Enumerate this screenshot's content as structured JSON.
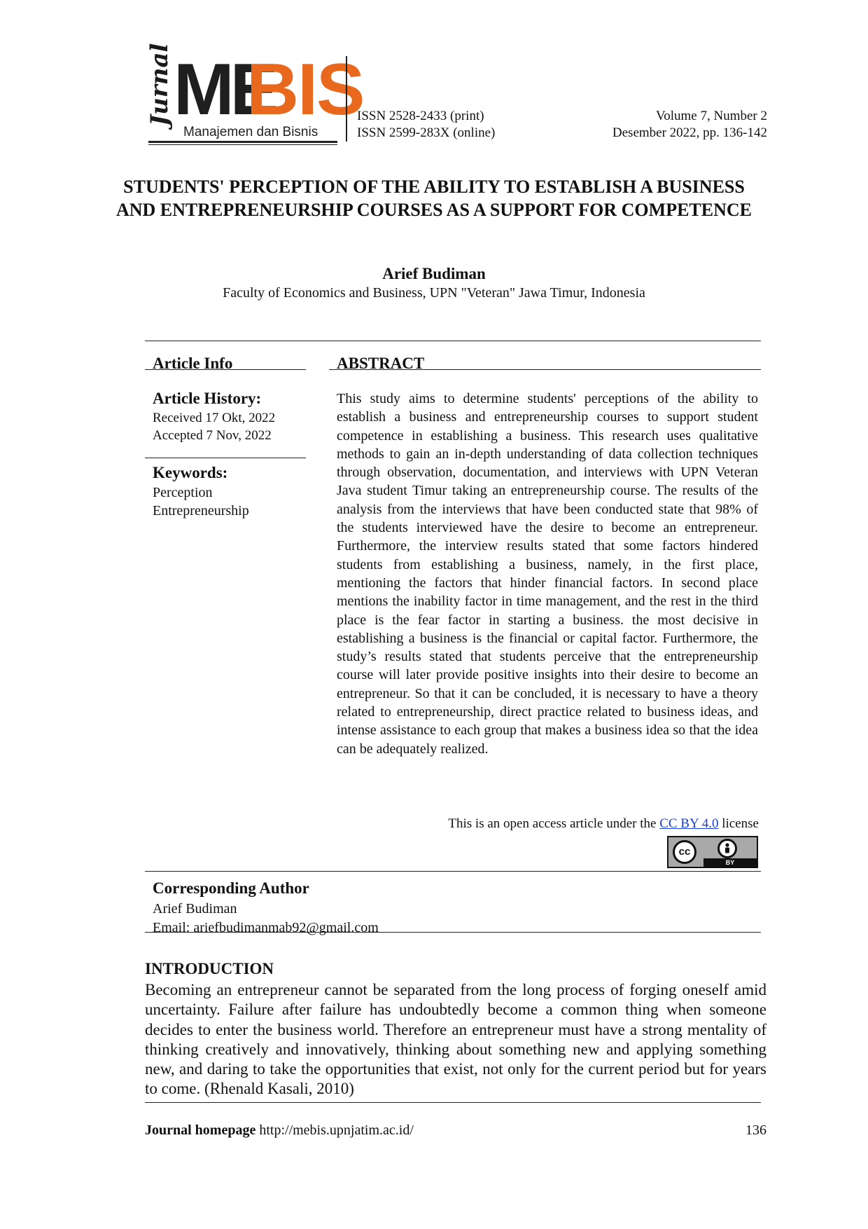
{
  "journal": {
    "logo_script": "Jurnal",
    "logo_me": "ME",
    "logo_bis": "BIS",
    "logo_subtitle": "Manajemen dan Bisnis",
    "issn_print": "ISSN 2528-2433 (print)",
    "issn_online": "ISSN 2599-283X (online)",
    "volume": "Volume 7, Number 2",
    "issue_date": "Desember 2022, pp. 136-142",
    "brand_color": "#e8681e"
  },
  "article": {
    "title": "STUDENTS' PERCEPTION OF THE ABILITY TO ESTABLISH A BUSINESS AND ENTREPRENEURSHIP COURSES AS A SUPPORT FOR COMPETENCE",
    "author": "Arief Budiman",
    "affiliation": "Faculty of Economics and Business, UPN \"Veteran\" Jawa Timur, Indonesia"
  },
  "info": {
    "heading": "Article Info",
    "history_heading": "Article History:",
    "received": "Received 17 Okt, 2022",
    "accepted": "Accepted 7 Nov, 2022",
    "keywords_heading": "Keywords:",
    "keywords": [
      "Perception",
      "Entrepreneurship"
    ]
  },
  "abstract": {
    "heading": "ABSTRACT",
    "text": "This study aims to determine students' perceptions of the ability to establish a business and entrepreneurship courses to support student competence in establishing a business.  This research uses qualitative methods to gain an in-depth understanding of data collection techniques through observation, documentation, and interviews with UPN Veteran Java student Timur taking an entrepreneurship course. The results of the analysis from the interviews that have been conducted state that 98% of the students interviewed have the desire to become an entrepreneur. Furthermore, the interview results stated that some factors hindered students from establishing a business, namely, in the first place, mentioning the factors that hinder financial factors. In second place mentions the inability factor in time management, and the rest in the third place is the fear factor in starting a business.  the most decisive in establishing a business is the financial or capital factor. Furthermore, the study’s results stated that students perceive that the entrepreneurship course will later provide positive insights into their desire to become an entrepreneur.   So that it can be concluded, it is necessary to have a theory related to entrepreneurship, direct practice related to business ideas, and intense assistance to each group that makes a business idea so that the idea can be adequately realized."
  },
  "license": {
    "prefix": "This is an open access article under the ",
    "link": "CC BY 4.0",
    "suffix": " license",
    "badge_cc": "cc",
    "badge_by": "BY",
    "badge_icon": "person-icon"
  },
  "corresponding": {
    "heading": "Corresponding Author",
    "name": "Arief Budiman",
    "email": "Email: ariefbudimanmab92@gmail.com"
  },
  "introduction": {
    "heading": "INTRODUCTION",
    "text": "Becoming an entrepreneur cannot be separated from the long process of forging oneself amid uncertainty.  Failure after failure has undoubtedly become a common thing when someone decides to enter the business world. Therefore an entrepreneur must have a strong mentality of thinking creatively and innovatively, thinking about something new and applying something new, and daring to take the opportunities that exist, not only for the current period but for years to come. (Rhenald Kasali, 2010)"
  },
  "footer": {
    "label": "Journal homepage",
    "url": " http://mebis.upnjatim.ac.id/",
    "page": "136"
  }
}
